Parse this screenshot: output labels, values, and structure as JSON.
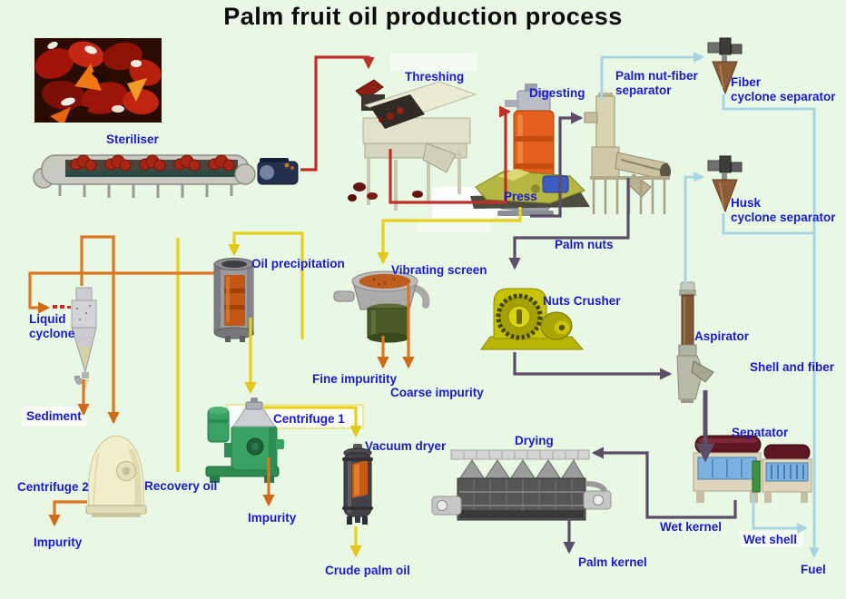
{
  "title": "Palm fruit oil production process",
  "colors": {
    "background": "#e8f8e4",
    "label_blue": "#1a1acc",
    "title_black": "#0b0b0b",
    "line_red": "#c03028",
    "line_yellow": "#e9d01e",
    "line_orange": "#dd7620",
    "line_purple": "#5d4d68",
    "line_lightblue": "#a7d3e3"
  },
  "labels": {
    "steriliser": {
      "text": "Steriliser"
    },
    "threshing": {
      "text": "Threshing"
    },
    "digesting": {
      "text": "Digesting"
    },
    "press": {
      "text": "Press"
    },
    "palm_nut_fiber_separator": {
      "line1": "Palm nut-fiber",
      "line2": "separator"
    },
    "fiber_cyclone_separator": {
      "line1": "Fiber",
      "line2": "cyclone separator"
    },
    "husk_cyclone_separator": {
      "line1": "Husk",
      "line2": "cyclone separator"
    },
    "palm_nuts": {
      "text": "Palm nuts"
    },
    "nuts_crusher": {
      "text": "Nuts Crusher"
    },
    "aspirator": {
      "text": "Aspirator"
    },
    "shell_and_fiber": {
      "text": "Shell and fiber"
    },
    "sepatator": {
      "text": "Sepatator"
    },
    "wet_kernel": {
      "text": "Wet kernel"
    },
    "wet_shell": {
      "text": "Wet shell"
    },
    "fuel": {
      "text": "Fuel"
    },
    "drying": {
      "text": "Drying"
    },
    "palm_kernel": {
      "text": "Palm kernel"
    },
    "vacuum_dryer": {
      "text": "Vacuum dryer"
    },
    "crude_palm_oil": {
      "text": "Crude palm oil"
    },
    "centrifuge_1": {
      "text": "Centrifuge 1"
    },
    "centrifuge_2": {
      "text": "Centrifuge 2"
    },
    "recovery_oil": {
      "text": "Recovery oil"
    },
    "impurity_centrifuge_1": {
      "text": "Impurity"
    },
    "impurity_centrifuge_2": {
      "text": "Impurity"
    },
    "sediment": {
      "text": "Sediment"
    },
    "liquid_cyclone": {
      "line1": "Liquid",
      "line2": "cyclone"
    },
    "oil_precipitation": {
      "text": "Oil precipitation"
    },
    "vibrating_screen": {
      "text": "Vibrating screen"
    },
    "fine_impurity": {
      "text": "Fine impuritity"
    },
    "coarse_impurity": {
      "text": "Coarse impurity"
    }
  }
}
